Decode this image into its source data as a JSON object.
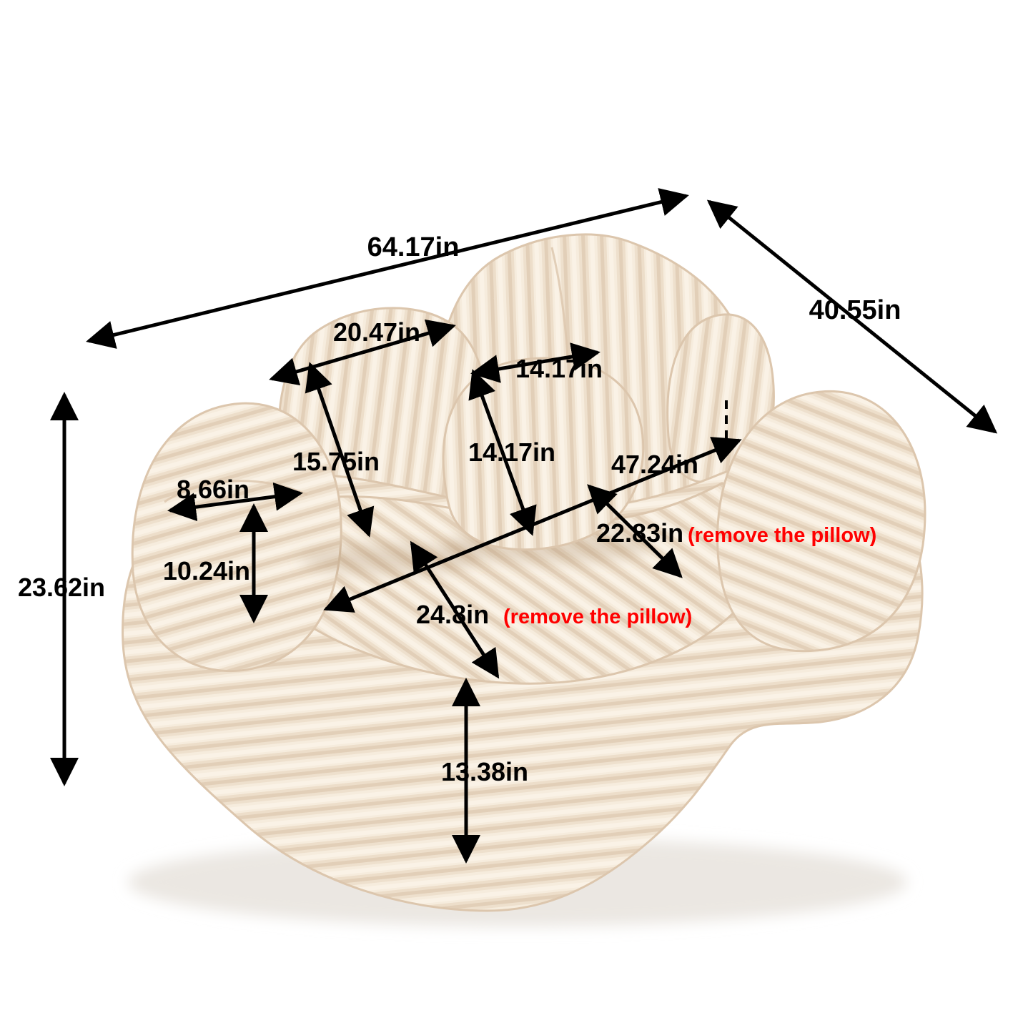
{
  "colors": {
    "background": "#ffffff",
    "fabric_light": "#f8efe2",
    "fabric_mid": "#efe1cf",
    "fabric_groove": "#e3d0ba",
    "seam": "#dcc6ad",
    "ground_shadow": "#ebe7e2",
    "annotation": "#000000",
    "note_red": "#ff0000"
  },
  "annotations": {
    "overall_width": "64.17in",
    "overall_depth": "40.55in",
    "overall_height": "23.62in",
    "back_pillow_width": "20.47in",
    "headrest_pillow_width": "14.17in",
    "back_pillow_height": "15.75in",
    "back_cushion_height": "14.17in",
    "armrest_width": "8.66in",
    "armrest_height": "10.24in",
    "seat_width": "47.24in",
    "seat_depth": "22.83in",
    "seat_depth_note": "(remove the pillow)",
    "seat_front_depth": "24.8in",
    "seat_front_depth_note": "(remove the pillow)",
    "seat_height": "13.38in"
  }
}
